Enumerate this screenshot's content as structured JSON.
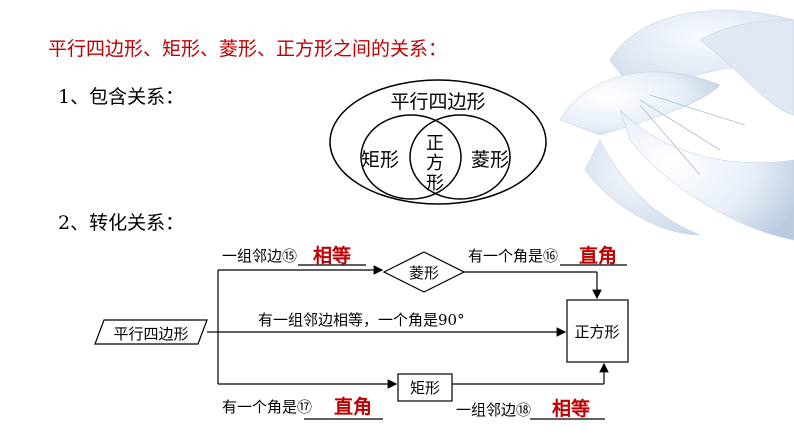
{
  "title": "平行四边形、矩形、菱形、正方形之间的关系：",
  "section1": {
    "heading": "1、包含关系：",
    "venn": {
      "outer": "平行四边形",
      "left": "矩形",
      "right": "菱形",
      "center_lines": [
        "正",
        "方",
        "形"
      ]
    }
  },
  "section2": {
    "heading": "2、转化关系：",
    "nodes": {
      "start": "平行四边形",
      "rhombus": "菱形",
      "rectangle": "矩形",
      "square": "正方形"
    },
    "edges": {
      "top_left_text": "一组邻边⑮",
      "top_left_answer": "相等",
      "top_right_text": "有一个角是⑯",
      "top_right_answer": "直角",
      "middle_text": "有一组邻边相等，一个角是90°",
      "bottom_left_text": "有一个角是⑰",
      "bottom_left_answer": "直角",
      "bottom_right_text": "一组邻边⑱",
      "bottom_right_answer": "相等"
    }
  }
}
